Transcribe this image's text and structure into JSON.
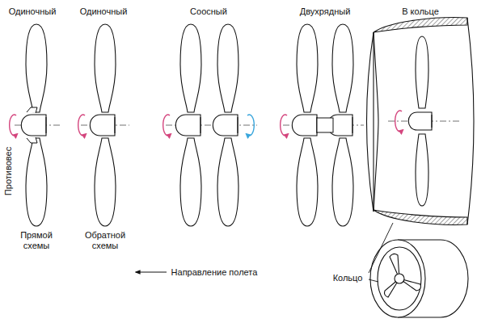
{
  "diagram": {
    "labels": [
      "Одиночный",
      "Одиночный",
      "Соосный",
      "Двухрядный",
      "В кольце",
      "Противовес",
      "Прямой схемы",
      "Обратной схемы",
      "Направление полета",
      "Кольцо"
    ]
  }
}
